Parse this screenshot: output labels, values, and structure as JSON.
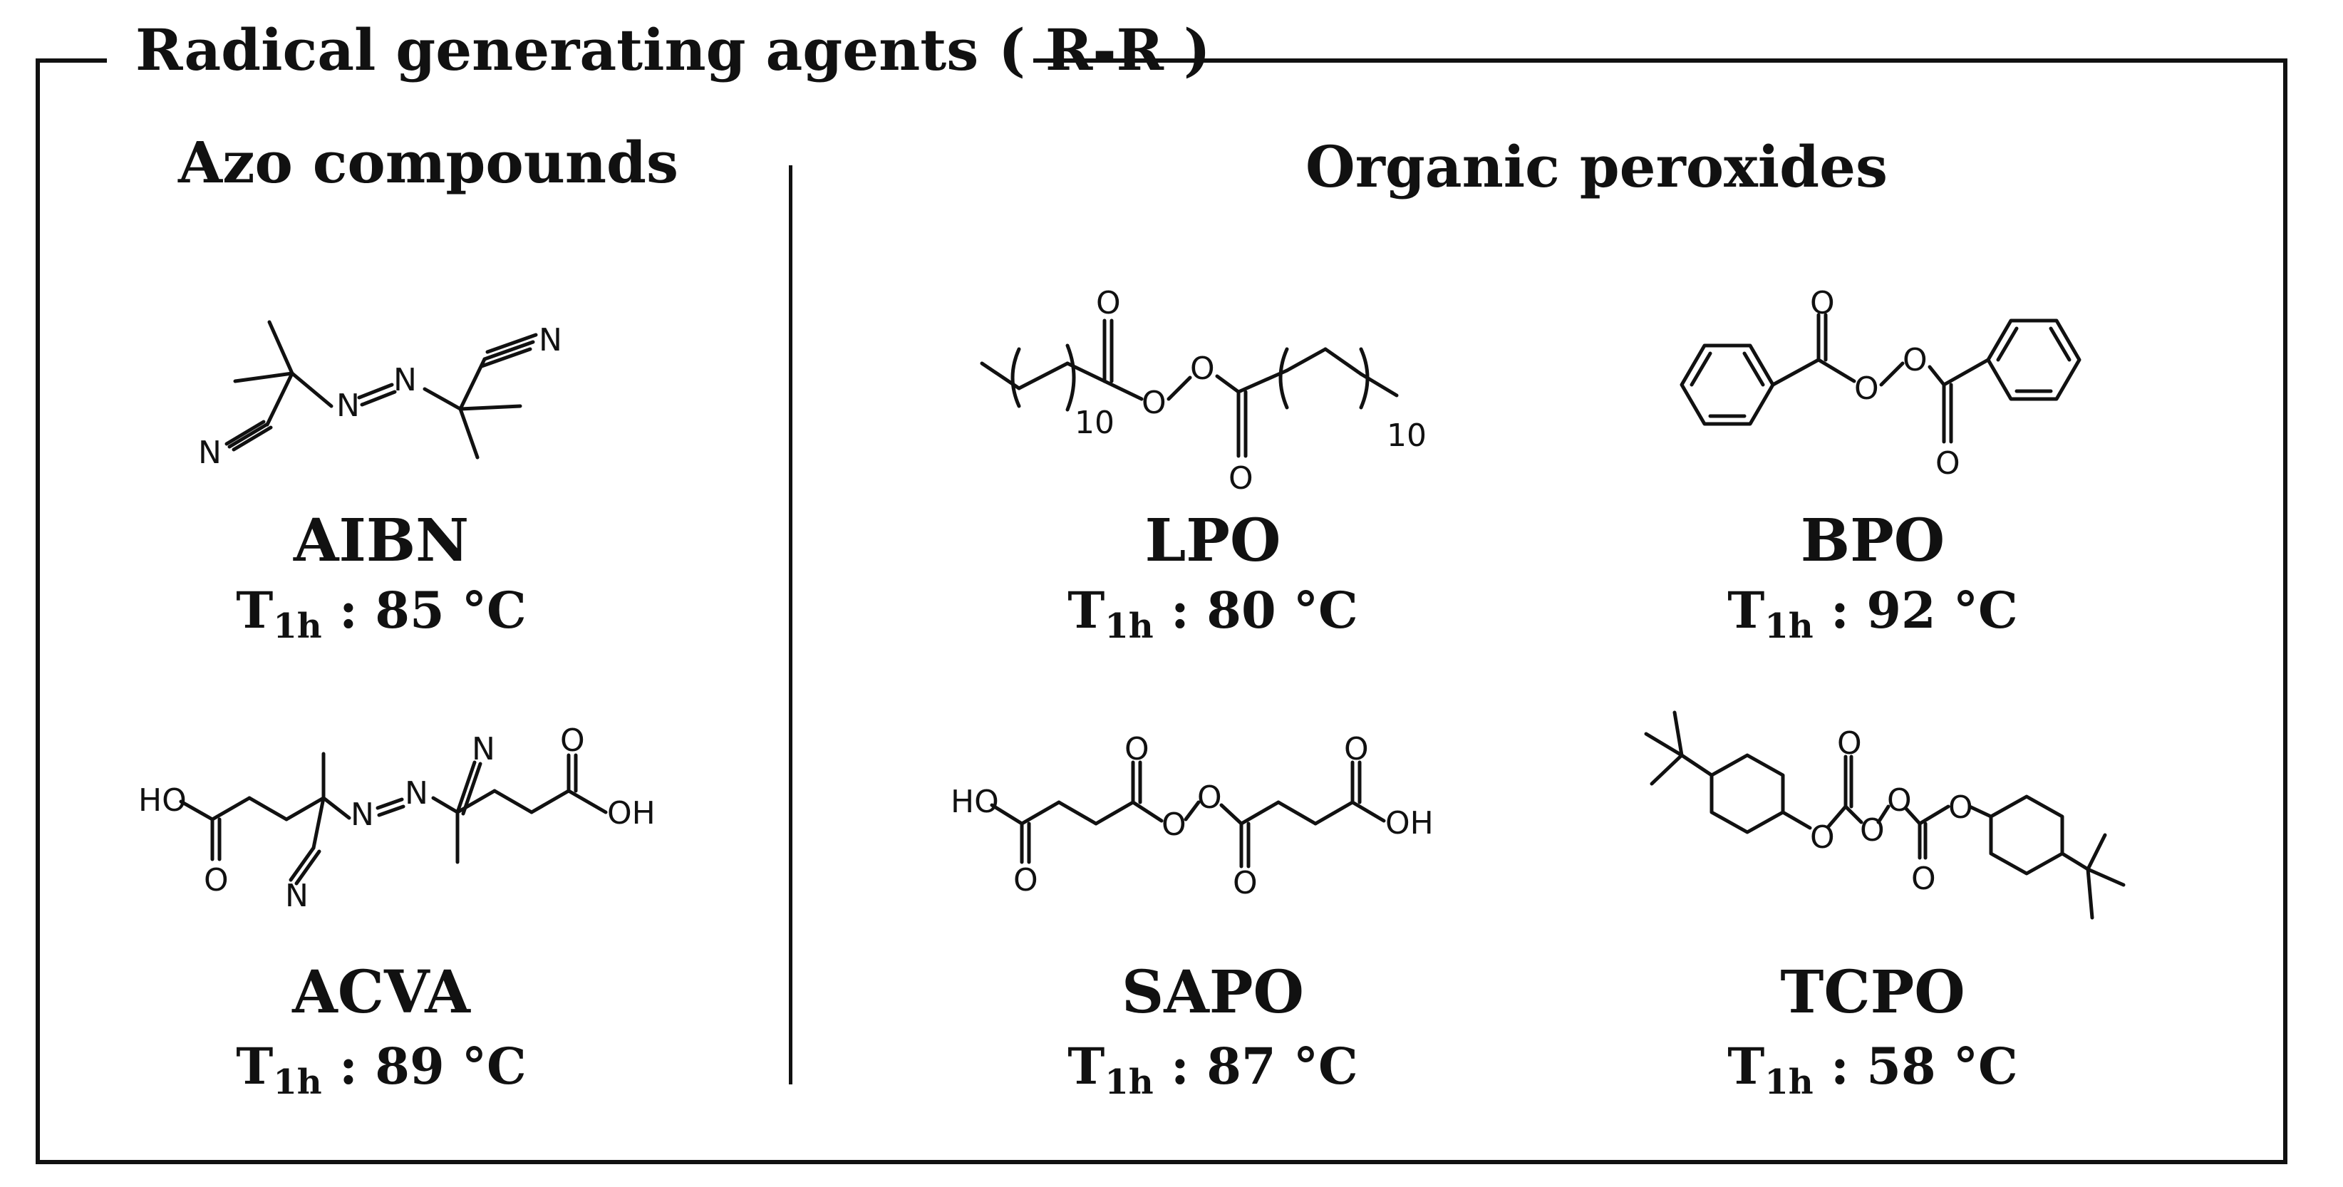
{
  "title": "Radical generating agents ( R-R )",
  "sections": {
    "azo": "Azo compounds",
    "peroxides": "Organic peroxides"
  },
  "temp_prefix": "T",
  "temp_sub": "1h",
  "compounds": [
    {
      "name": "AIBN",
      "temp_value": " : 85 °C"
    },
    {
      "name": "ACVA",
      "temp_value": " : 89 °C"
    },
    {
      "name": "LPO",
      "temp_value": " : 80 °C"
    },
    {
      "name": "BPO",
      "temp_value": " : 92 °C"
    },
    {
      "name": "SAPO",
      "temp_value": " : 87 °C"
    },
    {
      "name": "TCPO",
      "temp_value": " : 58 °C"
    }
  ],
  "atoms": {
    "N": "N",
    "O": "O",
    "HO": "HO",
    "OH": "OH",
    "n10": "10"
  }
}
